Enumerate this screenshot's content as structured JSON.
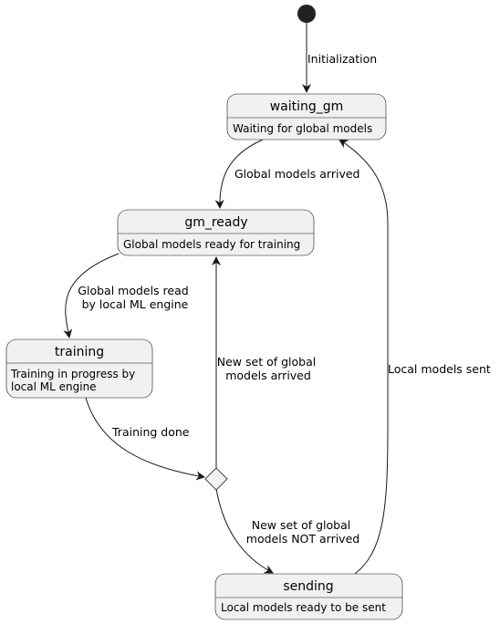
{
  "states": {
    "waiting_gm": {
      "title": "waiting_gm",
      "desc": [
        "Waiting for global models"
      ]
    },
    "gm_ready": {
      "title": "gm_ready",
      "desc": [
        "Global models ready for training"
      ]
    },
    "training": {
      "title": "training",
      "desc": [
        "Training in progress by",
        "local ML engine"
      ]
    },
    "sending": {
      "title": "sending",
      "desc": [
        "Local models ready to be sent"
      ]
    }
  },
  "transitions": {
    "initialization": [
      "Initialization"
    ],
    "global_models_arrived": [
      "Global models arrived"
    ],
    "global_models_read": [
      "Global models read",
      "by local ML engine"
    ],
    "training_done": [
      "Training done"
    ],
    "new_set_arrived": [
      "New set of global",
      "models arrived"
    ],
    "new_set_not_arrived": [
      "New set of global",
      "models NOT arrived"
    ],
    "local_models_sent": [
      "Local models sent"
    ]
  },
  "colors": {
    "state_fill": "#f1f1f1",
    "stroke": "#181818",
    "start_node": "#222222"
  }
}
